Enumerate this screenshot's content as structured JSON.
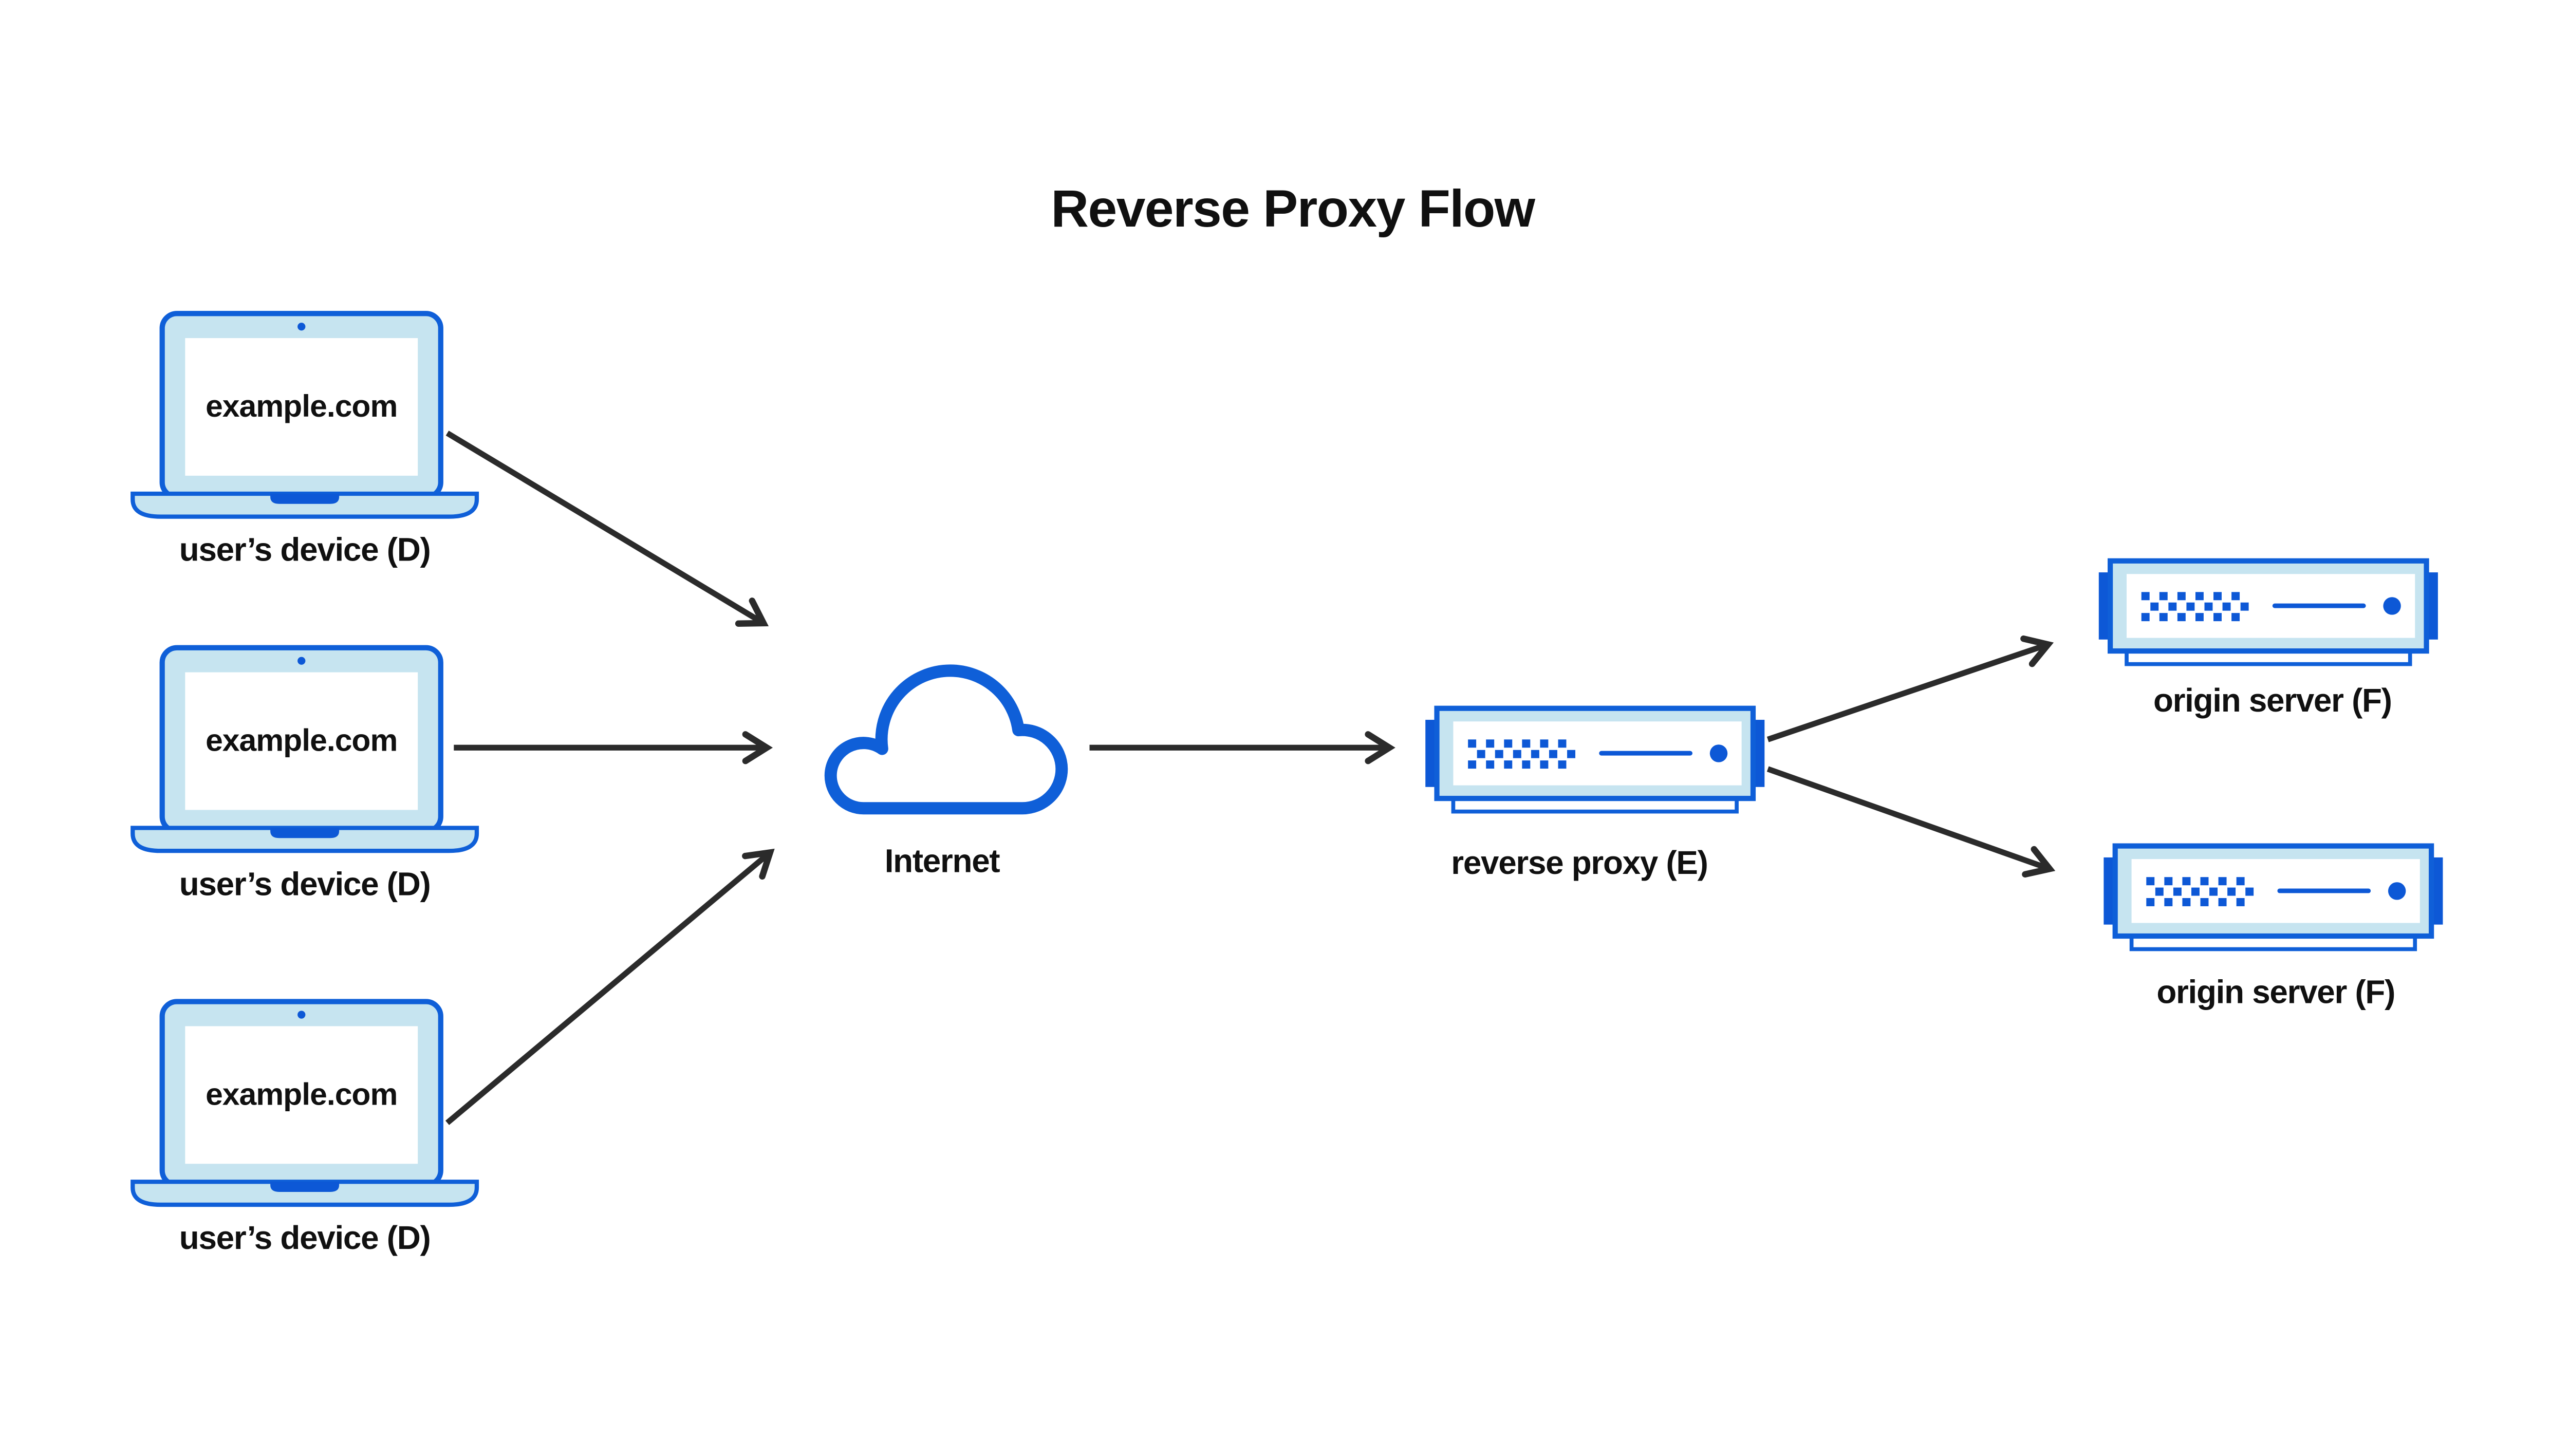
{
  "title": "Reverse Proxy Flow",
  "devices": [
    {
      "screen_text": "example.com",
      "label": "user’s device (D)"
    },
    {
      "screen_text": "example.com",
      "label": "user’s device (D)"
    },
    {
      "screen_text": "example.com",
      "label": "user’s device (D)"
    }
  ],
  "internet": {
    "label": "Internet"
  },
  "proxy": {
    "label": "reverse proxy (E)"
  },
  "origins": [
    {
      "label": "origin server (F)"
    },
    {
      "label": "origin server (F)"
    }
  ],
  "icons": {
    "device": "laptop-icon",
    "internet": "cloud-icon",
    "proxy": "server-icon",
    "origin": "server-icon"
  },
  "colors": {
    "accent_blue": "#0f5fd8",
    "deep_blue": "#0d58d6",
    "light_blue": "#c6e4f0",
    "arrow_dark": "#2b2b2b",
    "text": "#101010",
    "background": "#ffffff"
  }
}
